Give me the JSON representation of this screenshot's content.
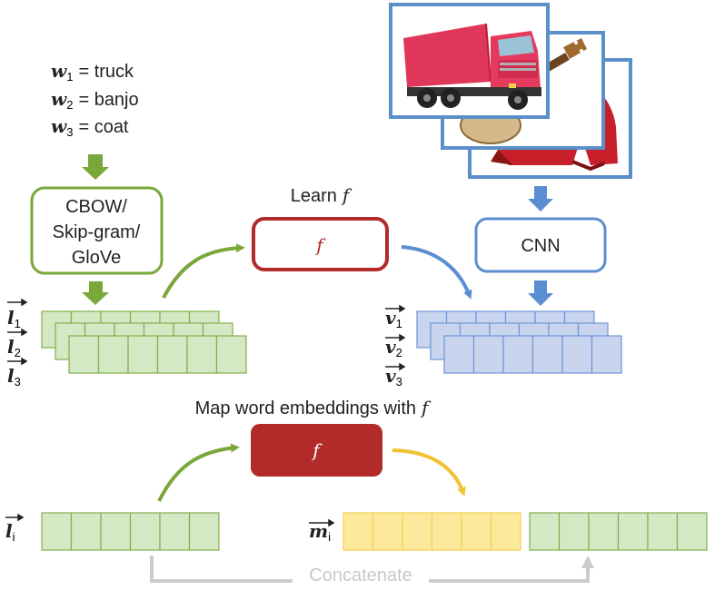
{
  "words": [
    {
      "symbol": "w",
      "index": "1",
      "eq": "= truck"
    },
    {
      "symbol": "w",
      "index": "2",
      "eq": "= banjo"
    },
    {
      "symbol": "w",
      "index": "3",
      "eq": "= coat"
    }
  ],
  "embed_model": {
    "lines": [
      "CBOW/",
      "Skip-gram/",
      "GloVe"
    ]
  },
  "learn": {
    "prefix": "Learn",
    "fn": "f"
  },
  "f_box_top": "f",
  "cnn_label": "CNN",
  "map_title": {
    "prefix": "Map word embeddings with",
    "fn": "f"
  },
  "f_box_bottom": "f",
  "concat_label": "Concatenate",
  "vec_l": {
    "symbol": "l",
    "subs": [
      "1",
      "2",
      "3"
    ]
  },
  "vec_v": {
    "symbol": "v",
    "subs": [
      "1",
      "2",
      "3"
    ]
  },
  "vec_li": {
    "symbol": "l",
    "sub": "i"
  },
  "vec_mi": {
    "symbol": "m",
    "sub": "i"
  },
  "colors": {
    "green": "#7aa73a",
    "green_fill": "#d5e8c4",
    "green_cell": "#7fb04d",
    "red": "#b22a2a",
    "red_fill": "#b22a2a",
    "blue": "#5b8ed0",
    "blue_fill": "#c9d5ef",
    "blue_cell": "#6f95d6",
    "yellow": "#f1c232",
    "yellow_fill": "#fde99c",
    "yellow_cell": "#f5cf55",
    "gray": "#cccccc",
    "frame_blue": "#5a8fc9"
  }
}
